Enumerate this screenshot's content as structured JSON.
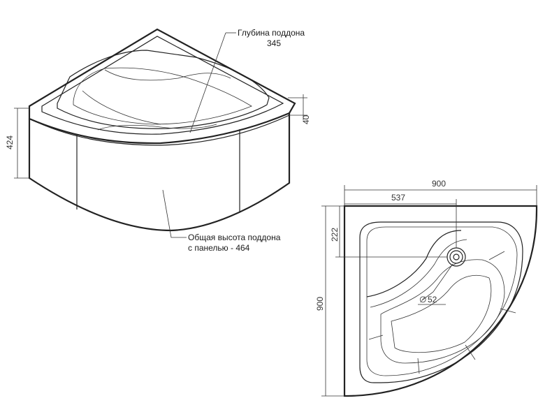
{
  "iso_view": {
    "depth_label": "Глубина поддона",
    "depth_value": "345",
    "total_height_label_line1": "Общая высота поддона",
    "total_height_label_line2": "с панелью - 464",
    "rim_dim": "40",
    "side_height_dim": "424"
  },
  "plan_view": {
    "width_dim": "900",
    "drain_offset_x_dim": "537",
    "drain_offset_y_dim": "222",
    "height_dim": "900",
    "drain_diameter_label": "52",
    "diameter_symbol": "∅"
  },
  "colors": {
    "line": "#222222",
    "background": "#ffffff"
  }
}
